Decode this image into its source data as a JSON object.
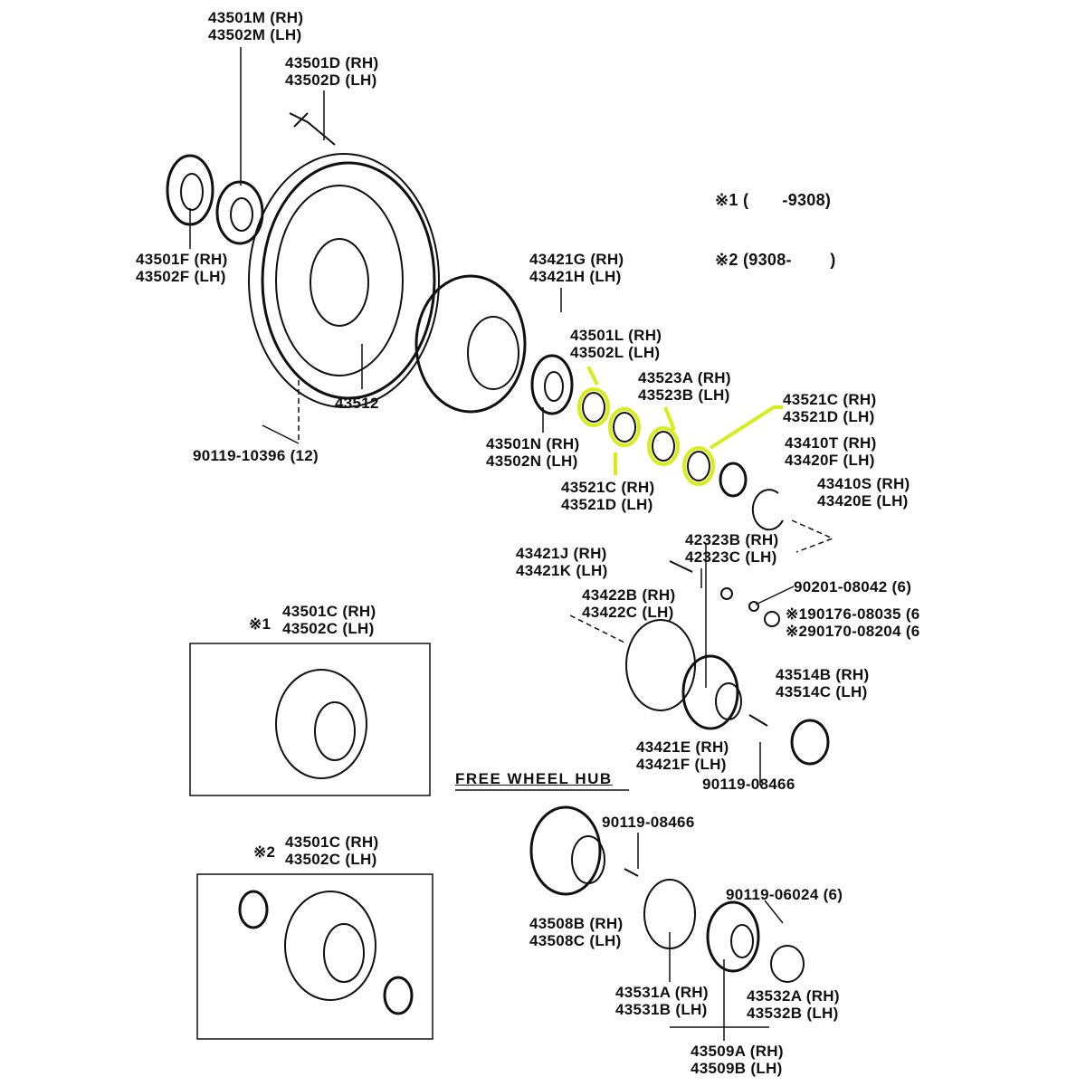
{
  "notes": {
    "n1": "※1 (       -9308)",
    "n2": "※2 (9308-        )"
  },
  "section_title": "FREE WHEEL HUB",
  "labels": {
    "oil_seal_top": [
      "43501M (RH)",
      "43502M (LH)"
    ],
    "hub_bolt": [
      "43501D (RH)",
      "43502D (LH)"
    ],
    "outer_seal": [
      "43501F (RH)",
      "43502F (LH)"
    ],
    "disc": [
      "43512"
    ],
    "disc_bolt": [
      "90119-10396 (12)"
    ],
    "knock_pin": [
      "43421G (RH)",
      "43421H (LH)"
    ],
    "bearing_l": [
      "43501L (RH)",
      "43502L (LH)"
    ],
    "lock_washer": [
      "43523A (RH)",
      "43523B (LH)"
    ],
    "nut_upper": [
      "43521C (RH)",
      "43521D (LH)"
    ],
    "spacer": [
      "43410T (RH)",
      "43420F (LH)"
    ],
    "snap_ring": [
      "43410S (RH)",
      "43420E (LH)"
    ],
    "bearing_n": [
      "43501N (RH)",
      "43502N (LH)"
    ],
    "nut_lower": [
      "43521C (RH)",
      "43521D (LH)"
    ],
    "cone": [
      "42323B (RH)",
      "42323C (LH)"
    ],
    "stud": [
      "43421J (RH)",
      "43421K (LH)"
    ],
    "nut_6": [
      "90201-08042 (6)"
    ],
    "washer_n": [
      "※190176-08035 (6",
      "※290170-08204 (6"
    ],
    "gasket": [
      "43422B (RH)",
      "43422C (LH)"
    ],
    "hub_assy_1": [
      "43501C (RH)",
      "43502C (LH)"
    ],
    "cap": [
      "43514B (RH)",
      "43514C (LH)"
    ],
    "flange": [
      "43421E (RH)",
      "43421F (LH)"
    ],
    "bolt_a": [
      "90119-08466"
    ],
    "bolt_b": [
      "90119-08466"
    ],
    "hub_assy_2": [
      "43501C (RH)",
      "43502C (LH)"
    ],
    "bolt_6": [
      "90119-06024 (6)"
    ],
    "fw_body": [
      "43508B (RH)",
      "43508C (LH)"
    ],
    "fw_gasket": [
      "43531A (RH)",
      "43531B (LH)"
    ],
    "o_ring": [
      "43532A (RH)",
      "43532B (LH)"
    ],
    "fw_cover": [
      "43509A (RH)",
      "43509B (LH)"
    ]
  },
  "markers": {
    "m1": "※1",
    "m2": "※2"
  },
  "colors": {
    "highlight": "#d8ee1a",
    "ink": "#111111"
  }
}
